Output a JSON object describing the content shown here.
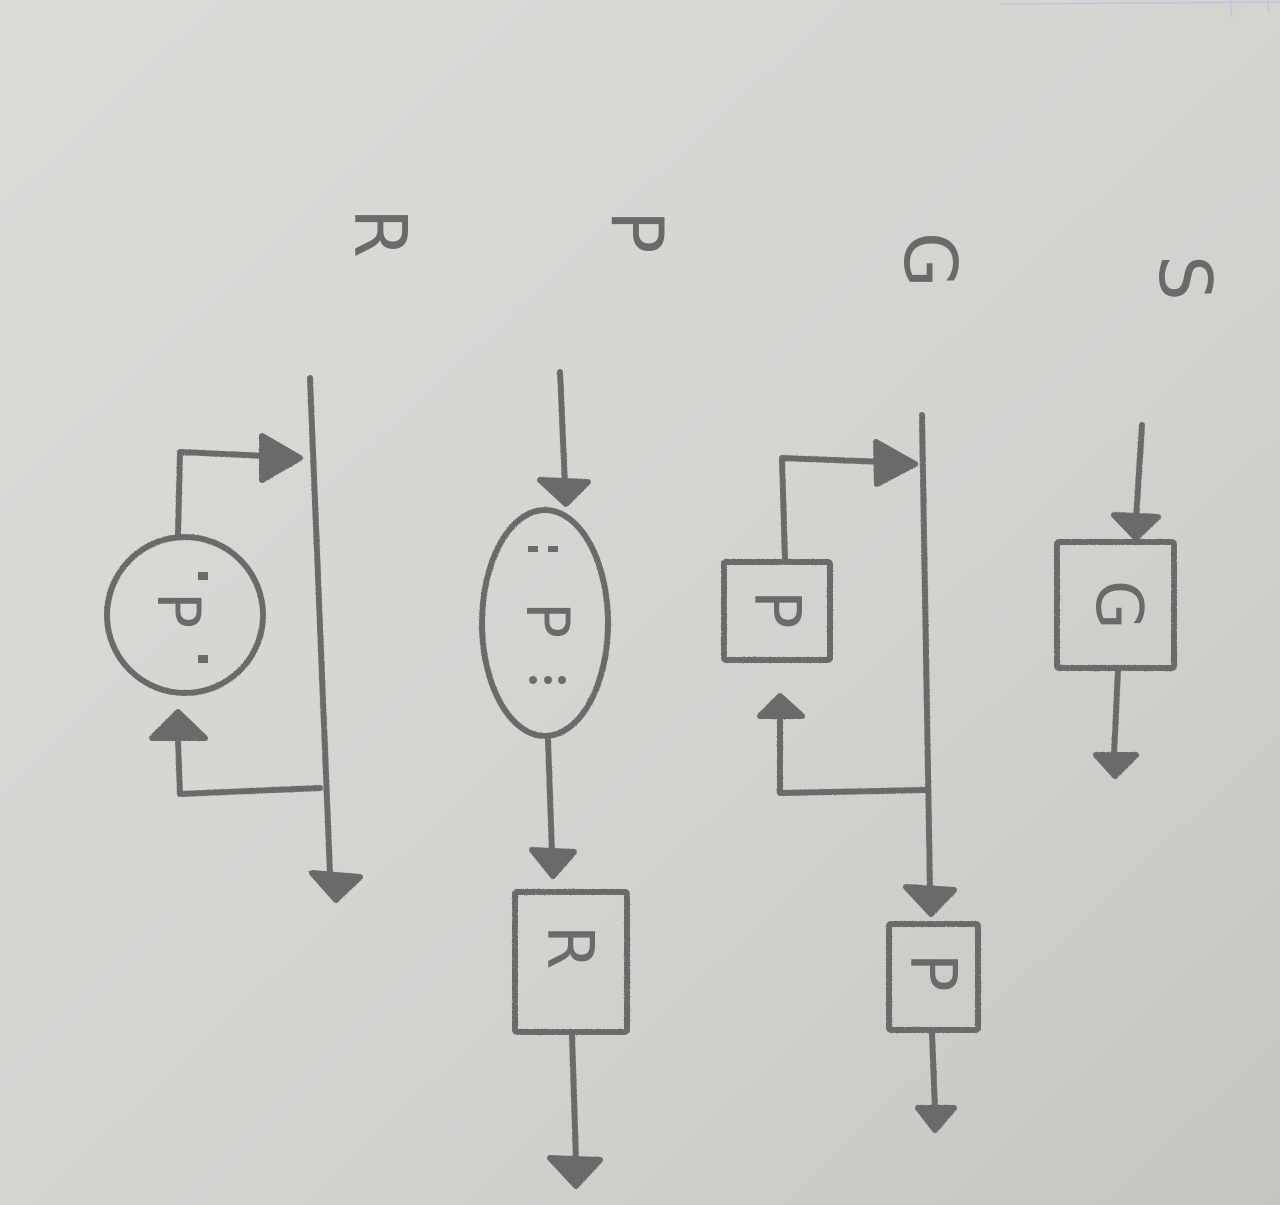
{
  "diagram": {
    "orientation": "rotated-90-clockwise",
    "rows": [
      {
        "id": "S",
        "label": "S",
        "blocks": [
          "G"
        ]
      },
      {
        "id": "G",
        "label": "G",
        "blocks": [
          "P",
          "P"
        ]
      },
      {
        "id": "P",
        "label": "P",
        "blocks": [
          "P",
          "R"
        ]
      },
      {
        "id": "R",
        "label": "R",
        "blocks": [
          "P"
        ]
      }
    ],
    "colors": {
      "paper": "#d8d7d4",
      "pencil": "#6a6a6a",
      "grid_line": "#b8c4d8"
    }
  }
}
